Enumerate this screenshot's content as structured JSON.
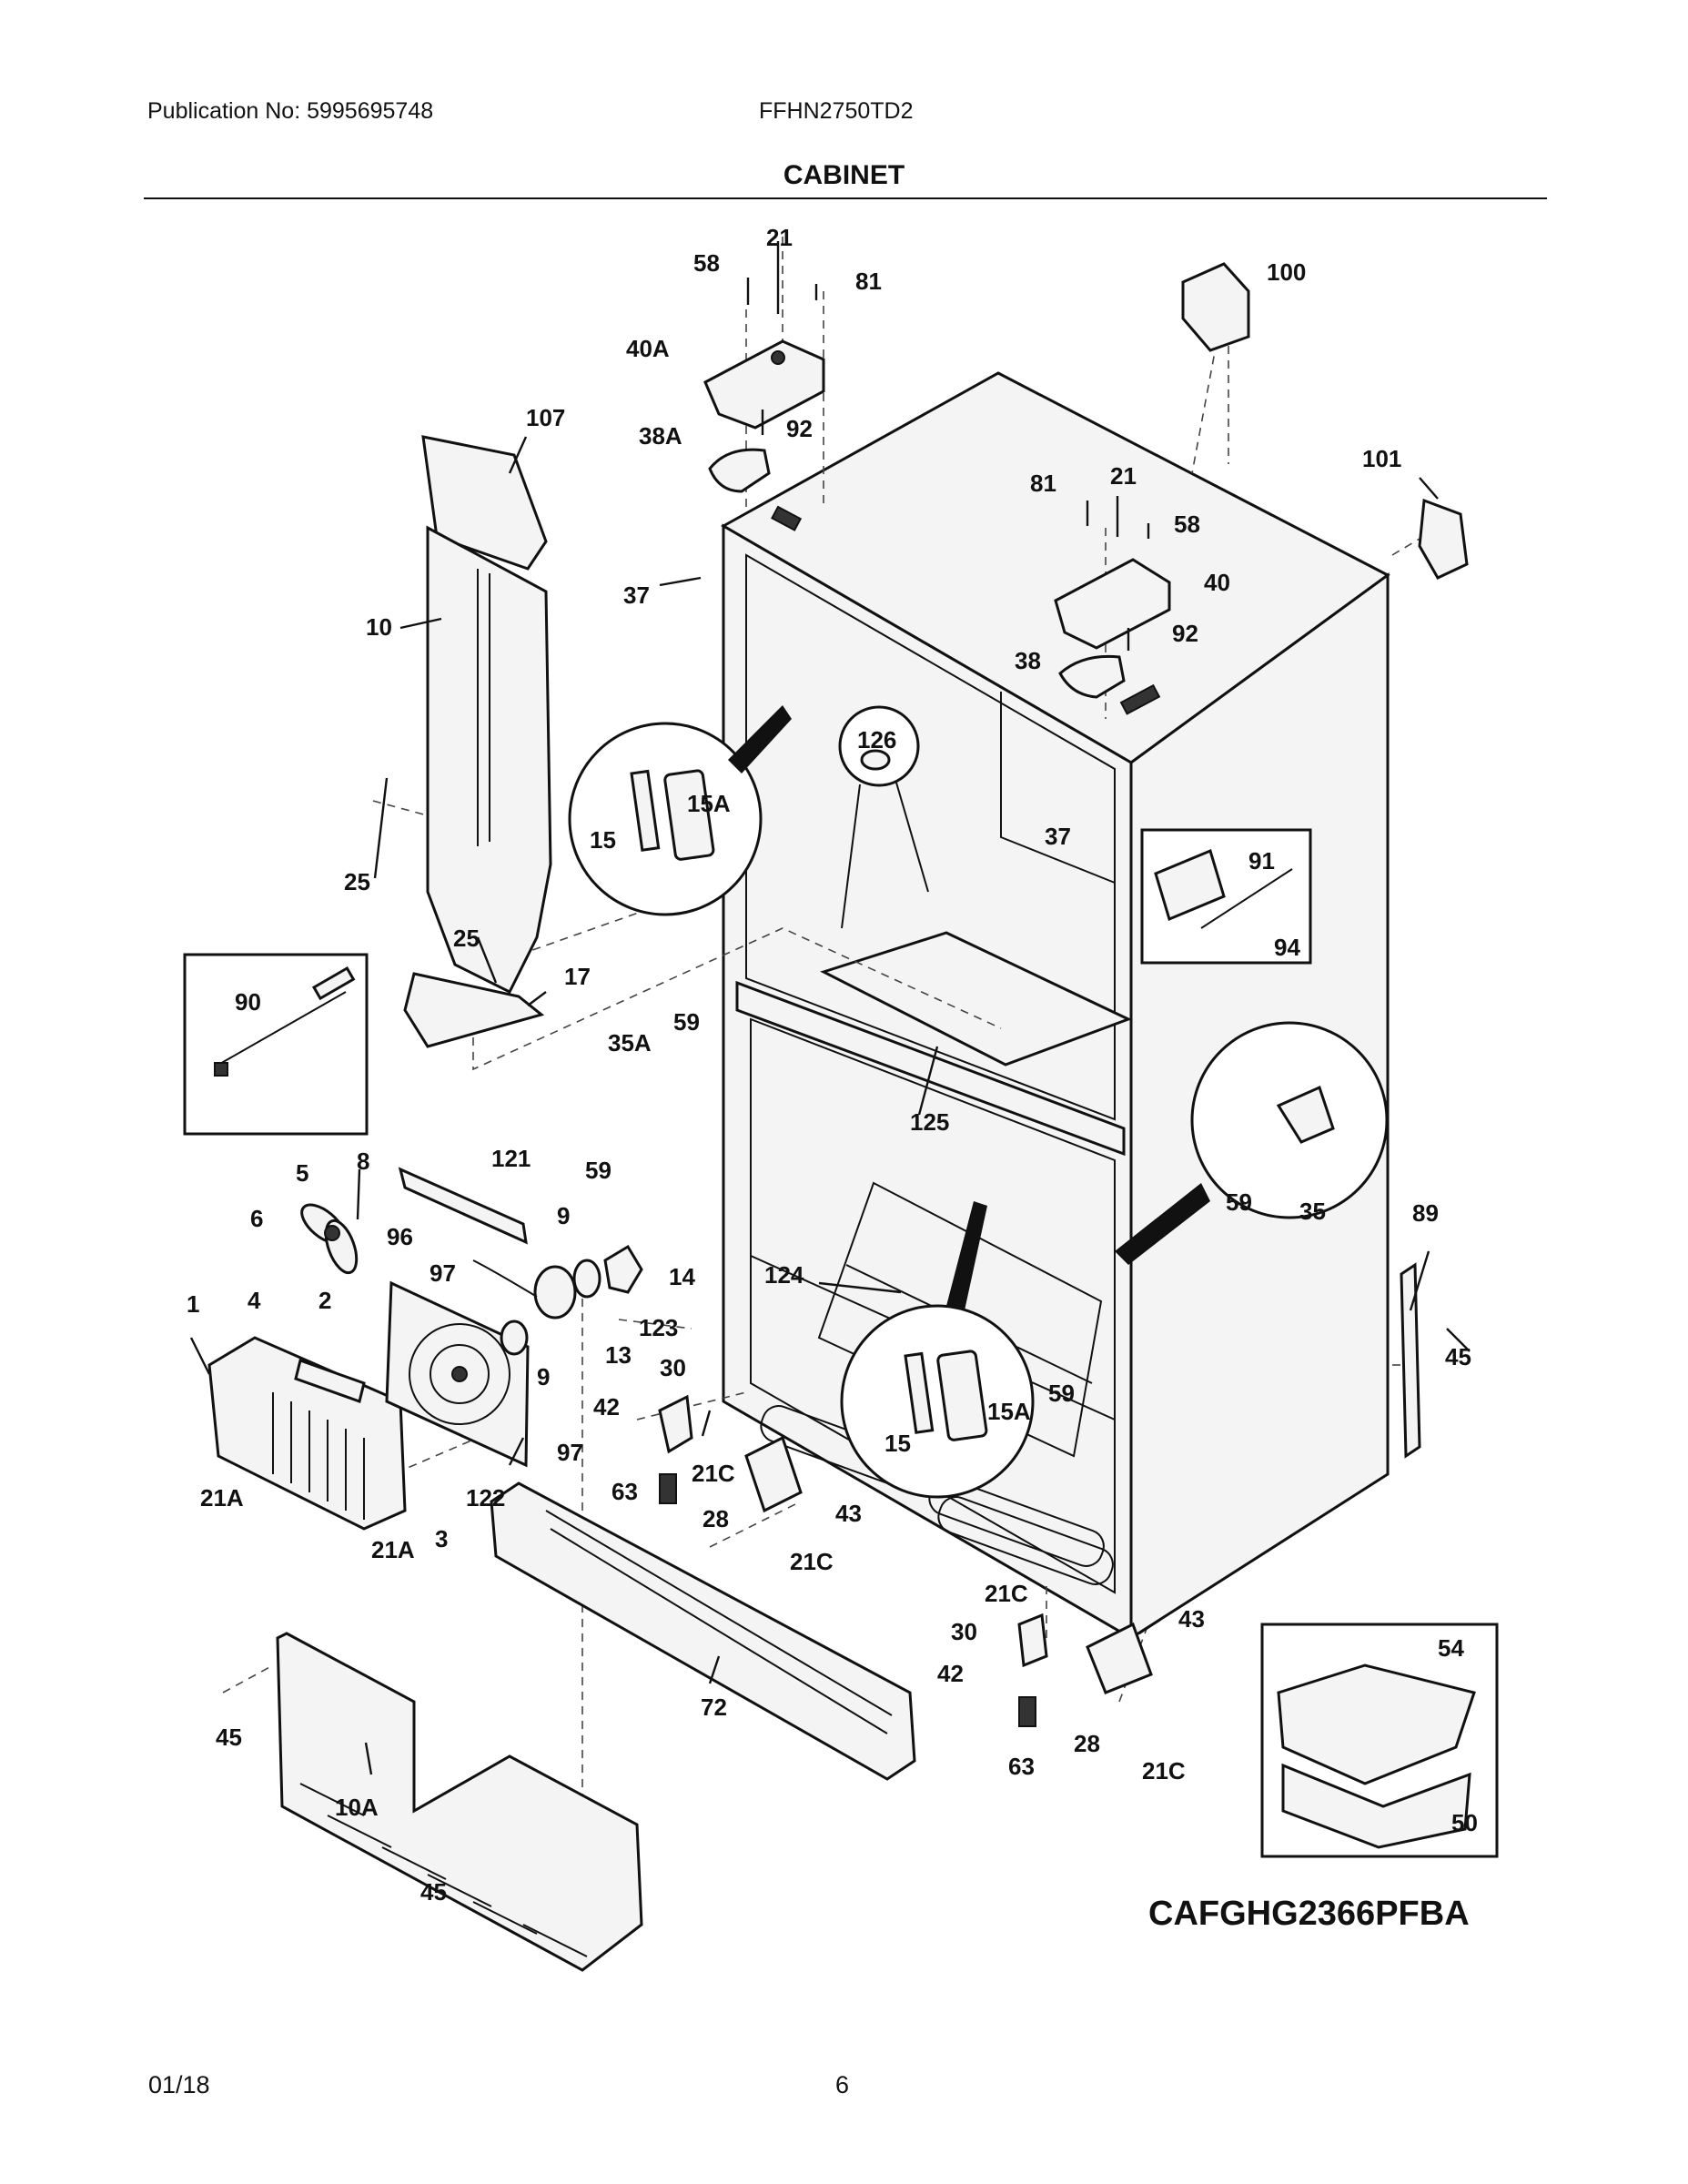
{
  "header": {
    "publication": "Publication No: 5995695748",
    "model": "FFHN2750TD2",
    "section_title": "CABINET"
  },
  "footer": {
    "date": "01/18",
    "page": "6"
  },
  "diagram_code": "CAFGHG2366PFBA",
  "callouts": [
    "58",
    "21",
    "81",
    "100",
    "40A",
    "107",
    "92",
    "38A",
    "81",
    "21",
    "101",
    "58",
    "37",
    "40",
    "92",
    "10",
    "38",
    "126",
    "15A",
    "15",
    "37",
    "91",
    "94",
    "25",
    "25",
    "17",
    "90",
    "59",
    "35A",
    "125",
    "59",
    "59",
    "35",
    "5",
    "8",
    "121",
    "6",
    "9",
    "89",
    "96",
    "97",
    "14",
    "124",
    "1",
    "4",
    "2",
    "123",
    "13",
    "45",
    "9",
    "30",
    "59",
    "42",
    "97",
    "15A",
    "15",
    "21C",
    "63",
    "122",
    "21A",
    "28",
    "43",
    "21A",
    "3",
    "21C",
    "21C",
    "30",
    "43",
    "54",
    "42",
    "72",
    "45",
    "28",
    "63",
    "21C",
    "10A",
    "50",
    "45"
  ]
}
